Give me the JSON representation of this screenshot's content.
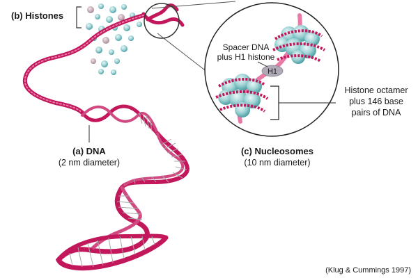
{
  "labels": {
    "histones": "(b) Histones",
    "dna_title": "(a) DNA",
    "dna_sub": "(2 nm diameter)",
    "nucleo_title": "(c) Nucleosomes",
    "nucleo_sub": "(10 nm diameter)",
    "spacer_line1": "Spacer DNA",
    "spacer_line2": "plus H1 histone",
    "h1": "H1",
    "octamer_line1": "Histone octamer",
    "octamer_line2": "plus 146 base",
    "octamer_line3": "pairs of DNA",
    "credit": "(Klug & Cummings 1997)"
  },
  "colors": {
    "dna_strand": "#c2185b",
    "dna_light": "#e97aa8",
    "histone": "#86c9cc",
    "histone_dark": "#4a9ea3",
    "h1": "#b0a9b6",
    "rung": "#a8a8a8",
    "text": "#1a1a1a"
  }
}
